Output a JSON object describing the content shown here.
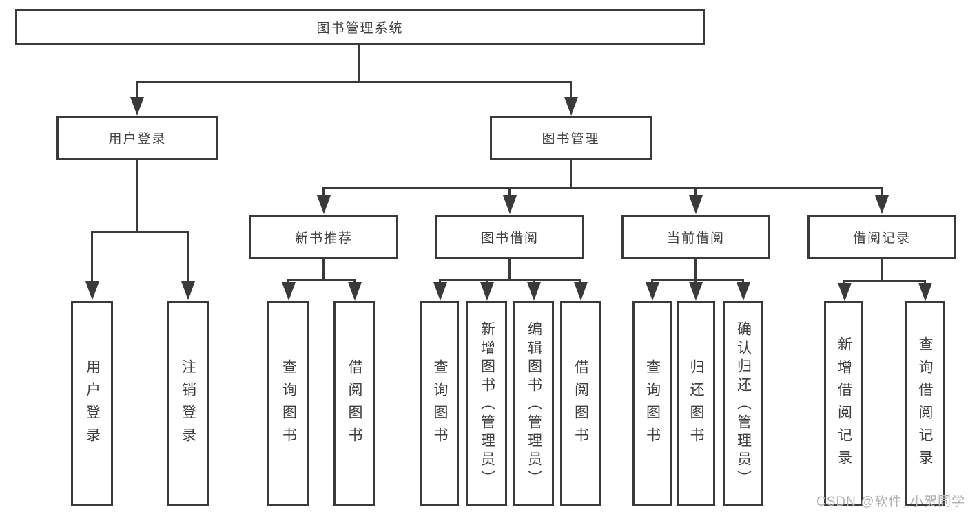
{
  "diagram_title": "图书管理系统",
  "colors": {
    "line": "#3a3a3a",
    "text": "#3f3f3f",
    "background": "#ffffff",
    "watermark_text": "#b3afac"
  },
  "nodes": {
    "root": "图书管理系统",
    "user_login": "用户登录",
    "book_mgmt": "图书管理",
    "new_book_rec": "新书推荐",
    "book_borrow": "图书借阅",
    "current_borrow": "当前借阅",
    "borrow_records": "借阅记录",
    "ul_login": "用户登录",
    "ul_logout": "注销登录",
    "nb_query": "查询图书",
    "nb_borrow": "借阅图书",
    "bb_query": "查询图书",
    "bb_add": "新增图书（管理员）",
    "bb_edit": "编辑图书（管理员）",
    "bb_borrow": "借阅图书",
    "cb_query": "查询图书",
    "cb_return": "归还图书",
    "cb_confirm": "确认归还（管理员）",
    "br_add": "新增借阅记录",
    "br_query": "查询借阅记录"
  },
  "hierarchy": {
    "图书管理系统": {
      "用户登录": [
        "用户登录",
        "注销登录"
      ],
      "图书管理": {
        "新书推荐": [
          "查询图书",
          "借阅图书"
        ],
        "图书借阅": [
          "查询图书",
          "新增图书（管理员）",
          "编辑图书（管理员）",
          "借阅图书"
        ],
        "当前借阅": [
          "查询图书",
          "归还图书",
          "确认归还（管理员）"
        ],
        "借阅记录": [
          "新增借阅记录",
          "查询借阅记录"
        ]
      }
    }
  },
  "watermark": "CSDN @软件_小贺同学"
}
